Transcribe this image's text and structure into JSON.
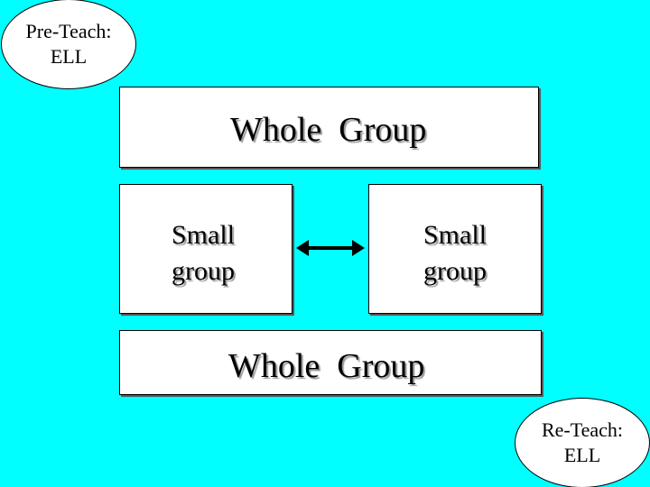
{
  "pre_teach": {
    "line1": "Pre-Teach:",
    "line2": "ELL"
  },
  "whole_group_top": "Whole  Group",
  "small_group_left": {
    "line1": "Small",
    "line2": "group"
  },
  "small_group_right": {
    "line1": "Small",
    "line2": "group"
  },
  "whole_group_bottom": "Whole  Group",
  "re_teach": {
    "line1": "Re-Teach:",
    "line2": "ELL"
  },
  "colors": {
    "background": "#00ffff",
    "box_fill": "#ffffff",
    "text": "#000000"
  },
  "icons": {
    "connector": "double-headed-arrow-icon"
  }
}
